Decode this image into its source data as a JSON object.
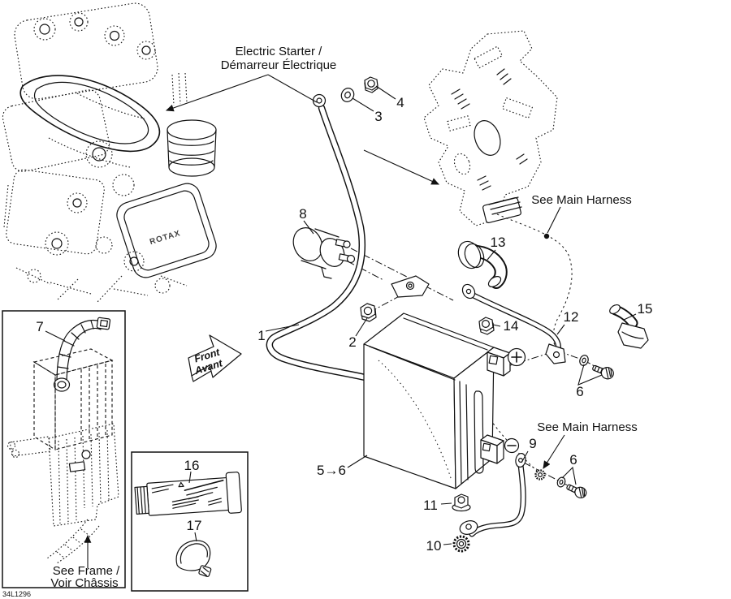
{
  "diagram": {
    "code": "34L1296",
    "engine_logo": "ROTAX",
    "labels": {
      "electric_starter_1": "Electric Starter /",
      "electric_starter_2": "Démarreur Électrique",
      "see_main_harness_top": "See Main Harness",
      "see_main_harness_bottom": "See Main Harness",
      "see_frame_1": "See Frame /",
      "see_frame_2": "Voir Châssis",
      "front": "Front",
      "avant": "Avant"
    },
    "symbols": {
      "plus": "+",
      "minus": "−"
    },
    "callouts": {
      "c1": "1",
      "c2": "2",
      "c3": "3",
      "c4": "4",
      "c5_6": "5→6",
      "c6_top": "6",
      "c6_bottom": "6",
      "c7": "7",
      "c8": "8",
      "c9": "9",
      "c10": "10",
      "c11": "11",
      "c12": "12",
      "c13": "13",
      "c14": "14",
      "c15": "15",
      "c16": "16",
      "c17": "17"
    }
  }
}
